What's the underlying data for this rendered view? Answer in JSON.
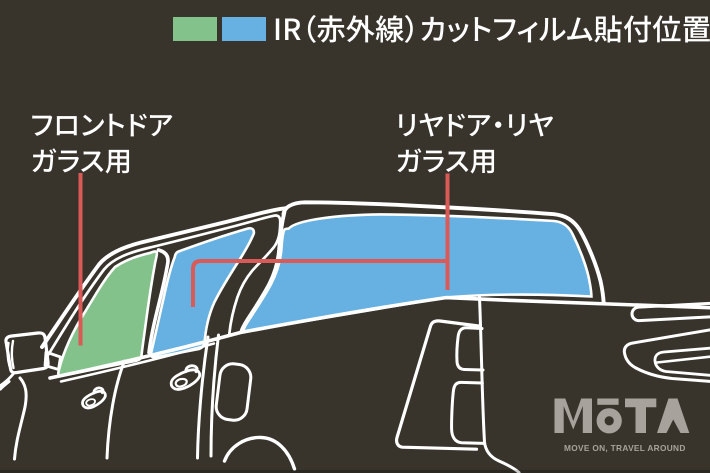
{
  "page": {
    "background_color": "#38342c",
    "description": "IR cut film application position diagram on a car line illustration"
  },
  "legend": {
    "title": "IR（赤外線）カットフィルム貼付位置",
    "swatches": [
      {
        "name": "front-door-film",
        "color": "#83c38b"
      },
      {
        "name": "rear-film",
        "color": "#66b0e2"
      }
    ]
  },
  "callouts": {
    "front": {
      "line1": "フロントドア",
      "line2": "ガラス用"
    },
    "rear": {
      "line1": "リヤドア・リヤ",
      "line2": "ガラス用"
    }
  },
  "logo": {
    "text": "MoTA",
    "tagline": "MOVE ON, TRAVEL AROUND",
    "color": "#a7a39c"
  },
  "colors": {
    "glass_green": "#83c38b",
    "glass_blue": "#66b0e2",
    "leader_red": "#da5a57",
    "line_white": "#ffffff",
    "text_white": "#ffffff"
  }
}
